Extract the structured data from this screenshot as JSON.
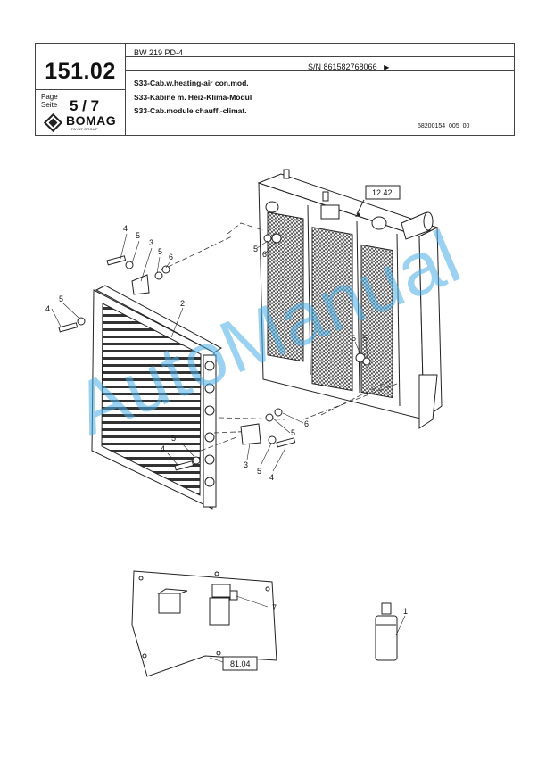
{
  "header": {
    "page_number": "151.02",
    "page_label": "Page",
    "seite_label": "Seite",
    "page_of": "5  /  7",
    "logo_brand": "BOMAG",
    "logo_sub": "FAYAT GROUP",
    "model": "BW 219 PD-4",
    "serial": "S/N 861582768066",
    "serial_arrow": "▶",
    "desc_en": "S33-Cab.w.heating-air con.mod.",
    "desc_de": "S33-Kabine m. Heiz-Klima-Modul",
    "desc_fr": "S33-Cab.module chauff.-climat.",
    "doc_number": "58200154_005_00"
  },
  "callouts": {
    "c1": "1",
    "c2": "2",
    "c3a": "3",
    "c3b": "3",
    "c4a": "4",
    "c4b": "4",
    "c4c": "4",
    "c4d": "4",
    "c5a": "5",
    "c5b": "5",
    "c5c": "5",
    "c5d": "5",
    "c5e": "5",
    "c5f": "5",
    "c5g": "5",
    "c6a": "6",
    "c6b": "6",
    "c6c": "6",
    "c6d": "6",
    "c7": "7"
  },
  "refs": {
    "r1242": "12.42",
    "r8104": "81.04"
  },
  "watermark": "AutoManual"
}
